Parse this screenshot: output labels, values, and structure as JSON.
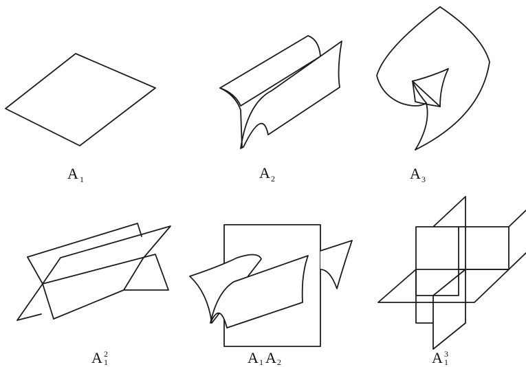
{
  "panels": [
    {
      "id": "a1",
      "base": "A",
      "sub": "1",
      "sup": ""
    },
    {
      "id": "a2",
      "base": "A",
      "sub": "2",
      "sup": ""
    },
    {
      "id": "a3",
      "base": "A",
      "sub": "3",
      "sup": ""
    },
    {
      "id": "a1sq",
      "base": "A",
      "sub": "1",
      "sup": "2"
    },
    {
      "id": "a1a2",
      "base": "A",
      "sub": "1",
      "base2": "A",
      "sub2": "2"
    },
    {
      "id": "a1cu",
      "base": "A",
      "sub": "1",
      "sup": "3"
    }
  ],
  "colors": {
    "ink": "#1b1b1b",
    "background": "#ffffff"
  }
}
